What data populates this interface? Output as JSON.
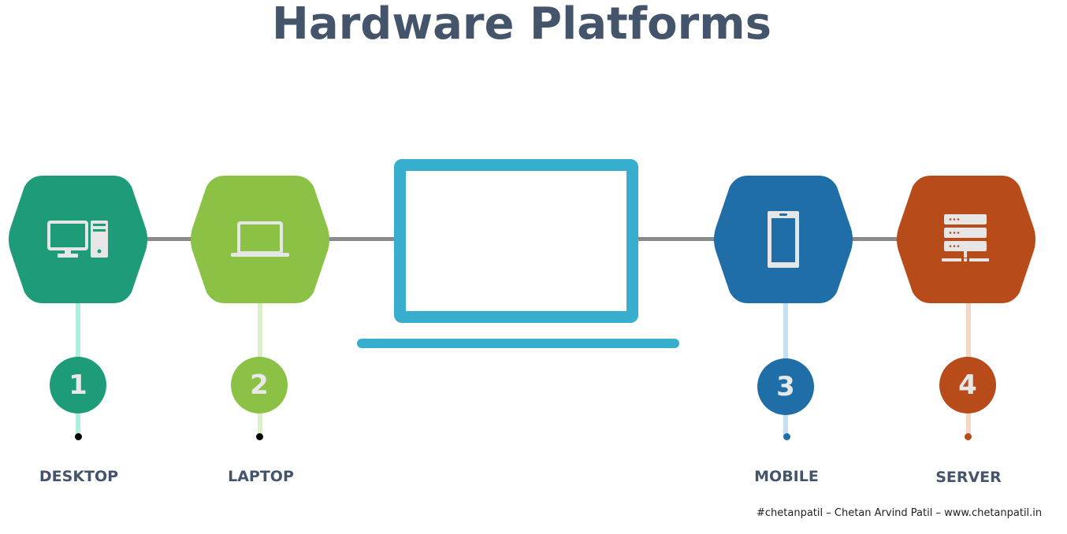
{
  "title": "Hardware Platforms",
  "platforms": [
    {
      "number": "1",
      "label": "DESKTOP",
      "icon": "desktop-computer-icon",
      "color": "#1e9b78",
      "stem_color": "#aeeedc",
      "dot_color": "#000000"
    },
    {
      "number": "2",
      "label": "LAPTOP",
      "icon": "laptop-icon",
      "color": "#8bc145",
      "stem_color": "#dcefc6",
      "dot_color": "#000000"
    },
    {
      "number": "3",
      "label": "MOBILE",
      "icon": "smartphone-icon",
      "color": "#1f6ea8",
      "stem_color": "#c5e0f4",
      "dot_color": "#1f6ea8"
    },
    {
      "number": "4",
      "label": "SERVER",
      "icon": "server-icon",
      "color": "#b84b1a",
      "stem_color": "#f6d7c7",
      "dot_color": "#b84b1a"
    }
  ],
  "center_graphic": {
    "icon": "large-laptop-outline-icon",
    "color": "#38aecf"
  },
  "connector_color": "#8a8a8a",
  "footer": "#chetanpatil – Chetan Arvind Patil – www.chetanpatil.in"
}
